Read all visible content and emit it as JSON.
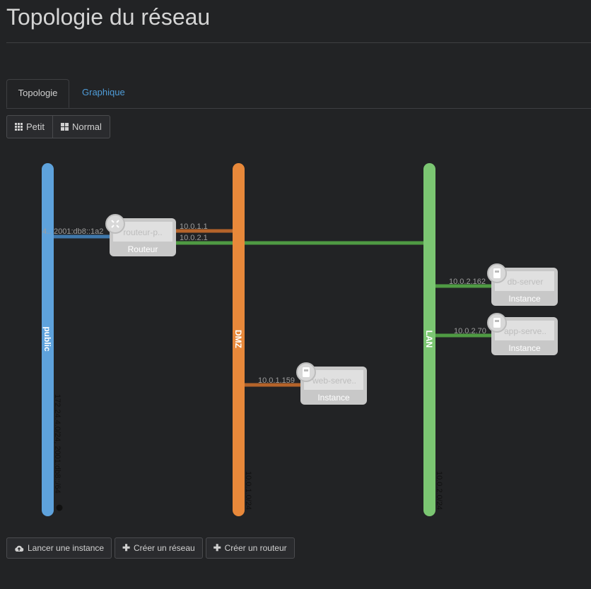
{
  "page": {
    "title": "Topologie du réseau"
  },
  "tabs": [
    {
      "label": "Topologie",
      "active": true
    },
    {
      "label": "Graphique",
      "active": false
    }
  ],
  "view_buttons": [
    {
      "label": "Petit",
      "icon": "grid-small-icon"
    },
    {
      "label": "Normal",
      "icon": "grid-large-icon"
    }
  ],
  "networks": {
    "public": {
      "name": "public",
      "cidr": "172.24.4.0/24, 2001:db8::/64",
      "color": "#5ea2dc",
      "external": true
    },
    "dmz": {
      "name": "DMZ",
      "cidr": "10.0.1.0/24",
      "color": "#e8883a"
    },
    "lan": {
      "name": "LAN",
      "cidr": "10.0.2.0/24",
      "color": "#7bc672"
    }
  },
  "router": {
    "name": "routeur-p..",
    "type": "Routeur",
    "ports": {
      "public": "2001:db8::1a2",
      "public_prefix": "4..",
      "dmz": "10.0.1.1",
      "lan": "10.0.2.1"
    }
  },
  "instances": [
    {
      "name": "db-server",
      "type": "Instance",
      "ip": "10.0.2.162",
      "network": "lan"
    },
    {
      "name": "app-serve..",
      "type": "Instance",
      "ip": "10.0.2.70",
      "network": "lan"
    },
    {
      "name": "web-serve..",
      "type": "Instance",
      "ip": "10.0.1.159",
      "network": "dmz"
    }
  ],
  "actions": {
    "launch": "Lancer une instance",
    "create_network": "Créer un réseau",
    "create_router": "Créer un routeur"
  },
  "colors": {
    "background": "#222325",
    "link": "#4f9cd8",
    "node_fill": "#c8c8c8",
    "node_label_bg": "#e0e0e0",
    "dmz_link": "#b4632a",
    "lan_link": "#4f9a43",
    "public_link": "#3f78ac"
  }
}
